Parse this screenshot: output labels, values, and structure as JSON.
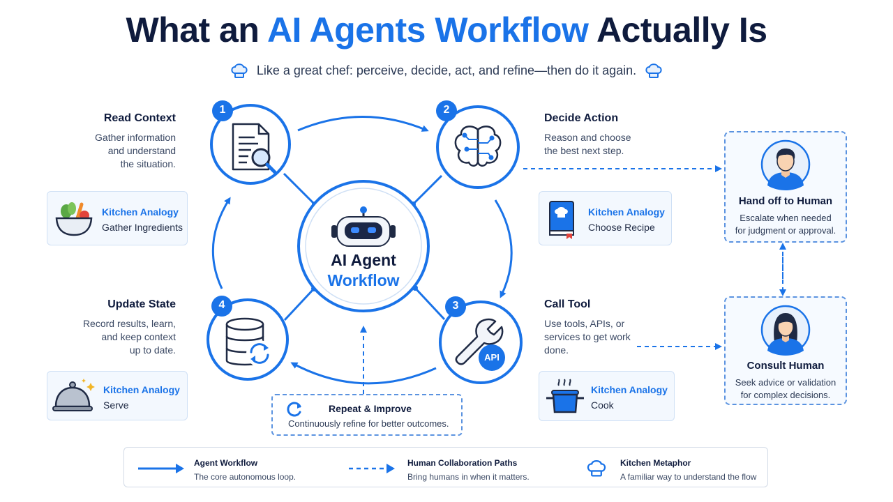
{
  "header": {
    "title_part1": "What an ",
    "title_accent": "AI Agents Workflow",
    "title_part2": " Actually Is",
    "subtitle": "Like a great chef: perceive, decide, act, and refine—then do it again."
  },
  "center": {
    "line1": "AI Agent",
    "line2": "Workflow"
  },
  "steps": [
    {
      "number": "1",
      "title": "Read Context",
      "desc_lines": [
        "Gather information",
        "and understand",
        "the situation."
      ],
      "icon": "document-search-icon"
    },
    {
      "number": "2",
      "title": "Decide Action",
      "desc_lines": [
        "Reason and choose",
        "the best next step."
      ],
      "icon": "brain-icon"
    },
    {
      "number": "3",
      "title": "Call Tool",
      "desc_lines": [
        "Use tools, APIs, or",
        "services to get work",
        "done."
      ],
      "icon": "wrench-api-icon",
      "badge": "API"
    },
    {
      "number": "4",
      "title": "Update State",
      "desc_lines": [
        "Record results, learn,",
        "and keep context",
        "up to date."
      ],
      "icon": "database-sync-icon"
    }
  ],
  "analogies": [
    {
      "title": "Kitchen Analogy",
      "text": "Gather Ingredients",
      "icon": "vegetable-bowl-icon"
    },
    {
      "title": "Kitchen Analogy",
      "text": "Choose Recipe",
      "icon": "recipe-book-icon"
    },
    {
      "title": "Kitchen Analogy",
      "text": "Cook",
      "icon": "cooking-pot-icon"
    },
    {
      "title": "Kitchen Analogy",
      "text": "Serve",
      "icon": "serving-cloche-icon"
    }
  ],
  "humans": [
    {
      "title": "Hand off to Human",
      "desc_lines": [
        "Escalate when needed",
        "for judgment or approval."
      ],
      "icon": "man-avatar-icon"
    },
    {
      "title": "Consult Human",
      "desc_lines": [
        "Seek advice or validation",
        "for complex decisions."
      ],
      "icon": "woman-avatar-icon"
    }
  ],
  "repeat": {
    "title": "Repeat & Improve",
    "desc": "Continuously refine for better outcomes.",
    "icon": "refresh-icon"
  },
  "legend": [
    {
      "title": "Agent Workflow",
      "desc": "The core autonomous loop.",
      "icon": "solid-arrow-icon"
    },
    {
      "title": "Human Collaboration Paths",
      "desc": "Bring humans in when it matters.",
      "icon": "dashed-arrow-icon"
    },
    {
      "title": "Kitchen Metaphor",
      "desc": "A familiar way to understand the flow",
      "icon": "chef-hat-icon"
    }
  ],
  "colors": {
    "accent": "#1a73e8",
    "navy": "#0f1b3d",
    "card_bg": "#f3f8fe",
    "dash": "#5b93e0"
  }
}
